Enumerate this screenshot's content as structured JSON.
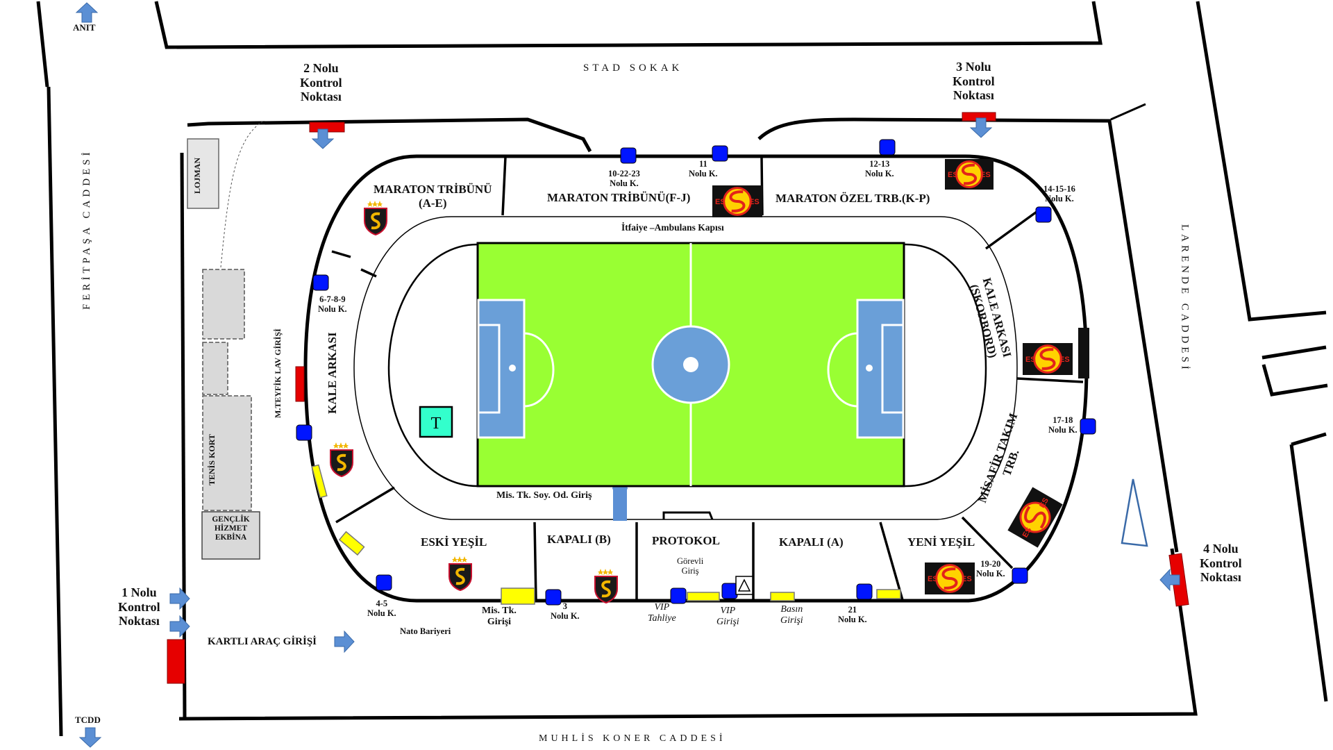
{
  "streets": {
    "top": "STAD SOKAK",
    "left": "FERİTPAŞA CADDESİ",
    "right": "LARENDE CADDESİ",
    "bottom": "MUHLİS KONER CADDESİ"
  },
  "directions": {
    "north": "ANIT",
    "south": "TCDD"
  },
  "control_points": [
    {
      "line1": "1 Nolu",
      "line2": "Kontrol",
      "line3": "Noktası"
    },
    {
      "line1": "2 Nolu",
      "line2": "Kontrol",
      "line3": "Noktası"
    },
    {
      "line1": "3 Nolu",
      "line2": "Kontrol",
      "line3": "Noktası"
    },
    {
      "line1": "4  Nolu",
      "line2": "Kontrol",
      "line3": "Noktası"
    }
  ],
  "buildings": {
    "lojman": "LOJMAN",
    "tenis_kort": "TENİS KORT",
    "genclik": [
      "GENÇLİK",
      "HİZMET",
      "EKBİNA"
    ]
  },
  "stands": {
    "maraton_ae": [
      "MARATON TRİBÜNÜ",
      "(A-E)"
    ],
    "maraton_fj": "MARATON TRİBÜNÜ(F-J)",
    "maraton_ozel": "MARATON ÖZEL TRB.(K-P)",
    "kale_arkasi_left": "KALE ARKASI",
    "kale_arkasi_right": [
      "KALE ARKASI",
      "(SKORBORD)"
    ],
    "misafir": [
      "MİSAFİR TAKIM",
      "TRB."
    ],
    "eski_yesil": "ESKİ YEŞİL",
    "kapali_b": "KAPALI  (B)",
    "protokol": "PROTOKOL",
    "kapali_a": "KAPALI (A)",
    "yeni_yesil": "YENİ YEŞİL"
  },
  "gates": [
    {
      "id": "g10",
      "line1": "10-22-23",
      "line2": "Nolu K."
    },
    {
      "id": "g11",
      "line1": "11",
      "line2": "Nolu K."
    },
    {
      "id": "g12",
      "line1": "12-13",
      "line2": "Nolu K."
    },
    {
      "id": "g14",
      "line1": "14-15-16",
      "line2": "Nolu K."
    },
    {
      "id": "g6",
      "line1": "6-7-8-9",
      "line2": "Nolu K."
    },
    {
      "id": "g17",
      "line1": "17-18",
      "line2": "Nolu K."
    },
    {
      "id": "g4",
      "line1": "4-5",
      "line2": "Nolu K."
    },
    {
      "id": "g3",
      "line1": "3",
      "line2": "Nolu K."
    },
    {
      "id": "g21",
      "line1": "21",
      "line2": "Nolu K."
    },
    {
      "id": "g19",
      "line1": "19-20",
      "line2": "Nolu K."
    }
  ],
  "annotations": {
    "itfaiye": "İtfaiye –Ambulans Kapısı",
    "mis_soy": "Mis. Tk. Soy. Od. Giriş",
    "teyfik": [
      "M.TEYFİK LAV",
      "GİRİŞİ"
    ],
    "gorevli": [
      "Görevli",
      "Giriş"
    ],
    "mis_tk_giris": [
      "Mis. Tk.",
      "Girişi"
    ],
    "nato": "Nato Bariyeri",
    "vip_tahliye": [
      "VIP",
      "Tahliye"
    ],
    "vip_girisi": [
      "VIP",
      "Girişi"
    ],
    "basin": [
      "Basın",
      "Girişi"
    ],
    "kartli": "KARTLI ARAÇ GİRİŞİ",
    "t_marker": "T",
    "logo_text": "ES"
  },
  "colors": {
    "pitch": "#99ff33",
    "penalty_area": "#6a9fd8",
    "gate": "#0015ff",
    "control": "#e60000",
    "arrow": "#5b8fd4",
    "barrier": "#ffff00",
    "t_marker": "#33ffcc",
    "logo_red": "#e2231a",
    "logo_yellow": "#ffd200"
  }
}
